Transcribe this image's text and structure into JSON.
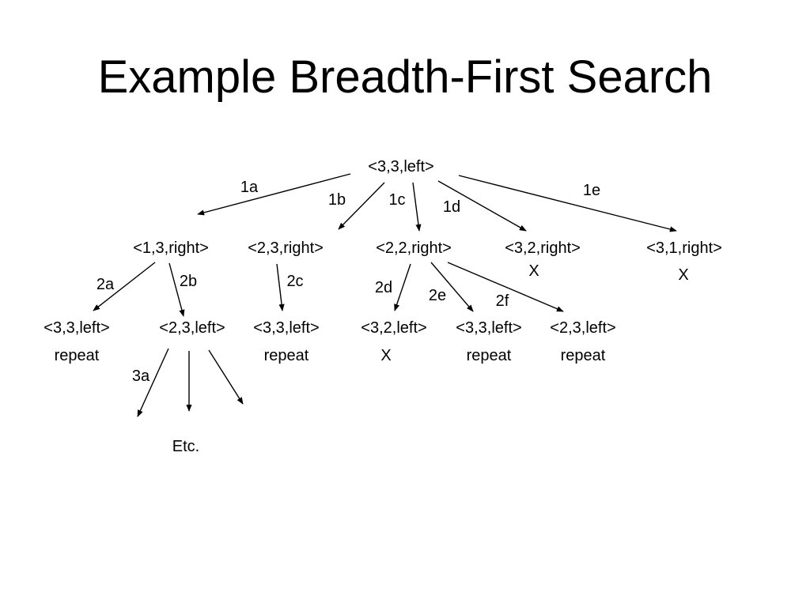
{
  "title": "Example Breadth-First Search",
  "nodes": {
    "root": {
      "label": "<3,3,left>"
    },
    "n1": {
      "label": "<1,3,right>"
    },
    "n2": {
      "label": "<2,3,right>"
    },
    "n3": {
      "label": "<2,2,right>"
    },
    "n4": {
      "label": "<3,2,right>",
      "status": "X"
    },
    "n5": {
      "label": "<3,1,right>",
      "status": "X"
    },
    "m1": {
      "label": "<3,3,left>",
      "status": "repeat"
    },
    "m2": {
      "label": "<2,3,left>"
    },
    "m3": {
      "label": "<3,3,left>",
      "status": "repeat"
    },
    "m4": {
      "label": "<3,2,left>",
      "status": "X"
    },
    "m5": {
      "label": "<3,3,left>",
      "status": "repeat"
    },
    "m6": {
      "label": "<2,3,left>",
      "status": "repeat"
    }
  },
  "edges": {
    "e1a": {
      "label": "1a"
    },
    "e1b": {
      "label": "1b"
    },
    "e1c": {
      "label": "1c"
    },
    "e1d": {
      "label": "1d"
    },
    "e1e": {
      "label": "1e"
    },
    "e2a": {
      "label": "2a"
    },
    "e2b": {
      "label": "2b"
    },
    "e2c": {
      "label": "2c"
    },
    "e2d": {
      "label": "2d"
    },
    "e2e": {
      "label": "2e"
    },
    "e2f": {
      "label": "2f"
    },
    "e3a": {
      "label": "3a"
    },
    "e3b": {
      "label": ""
    },
    "e3c": {
      "label": ""
    }
  },
  "etc": "Etc."
}
